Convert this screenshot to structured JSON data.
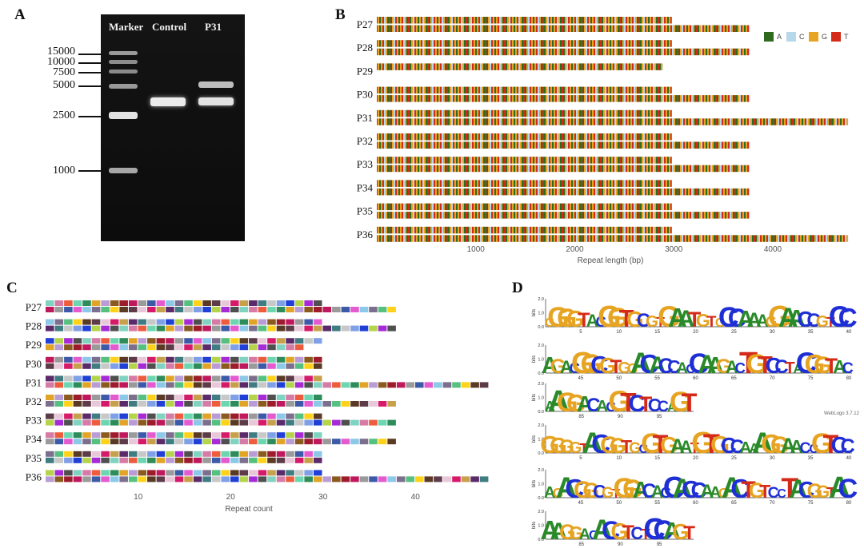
{
  "panels": {
    "a": "A",
    "b": "B",
    "c": "C",
    "d": "D"
  },
  "gel": {
    "lanes": [
      "Marker",
      "Control",
      "P31"
    ],
    "marker_sizes": [
      "15000",
      "10000",
      "7500",
      "5000",
      "2500",
      "1000"
    ]
  },
  "panel_b": {
    "legend": [
      {
        "label": "A",
        "color": "#2e6b1f"
      },
      {
        "label": "C",
        "color": "#b7d7ea"
      },
      {
        "label": "G",
        "color": "#e6a422"
      },
      {
        "label": "T",
        "color": "#d42a1a"
      }
    ],
    "xlabel": "Repeat length (bp)",
    "ticks": [
      "1000",
      "2000",
      "3000",
      "4000"
    ]
  },
  "panel_c": {
    "xlabel": "Repeat count",
    "ticks": [
      "10",
      "20",
      "30",
      "40"
    ]
  },
  "panel_d": {
    "ylabel": "bits",
    "yticks": [
      "2.0",
      "1.0",
      "0.0"
    ],
    "row1_ticks": [
      "5",
      "10",
      "15",
      "20",
      "25",
      "30",
      "35",
      "40"
    ],
    "row2_ticks": [
      "45",
      "50",
      "55",
      "60",
      "65",
      "70",
      "75",
      "80"
    ],
    "row3_ticks": [
      "85",
      "90",
      "95"
    ],
    "seq1": "GGGGTACGGTGCGTGAATGTGCCAAAGGAACCGTCC",
    "seq2": "AGACGGCGTGGACACCACCAAGACTGTCCTACGGTAC",
    "seq3": "AAGGACACGTCTCCAGT",
    "note": "WebLogo 3.7.12"
  },
  "chart_data": [
    {
      "type": "bar",
      "title": "",
      "xlabel": "Repeat length (bp)",
      "categories": [
        "P27",
        "P28",
        "P29",
        "P30",
        "P31",
        "P32",
        "P33",
        "P34",
        "P35",
        "P36"
      ],
      "series": [
        {
          "values": [
            2980,
            2980,
            2890,
            2980,
            2980,
            2980,
            2980,
            2980,
            2980,
            2980
          ]
        },
        {
          "values": [
            3770,
            3770,
            0,
            3770,
            4760,
            3770,
            3770,
            3770,
            3770,
            4760
          ]
        }
      ],
      "xlim": [
        0,
        4800
      ]
    },
    {
      "type": "bar",
      "title": "",
      "xlabel": "Repeat count",
      "categories": [
        "P27",
        "P28",
        "P29",
        "P30",
        "P31",
        "P32",
        "P33",
        "P34",
        "P35",
        "P36"
      ],
      "series": [
        {
          "values": [
            30,
            30,
            30,
            30,
            30,
            30,
            30,
            30,
            30,
            30
          ]
        },
        {
          "values": [
            38,
            38,
            28,
            30,
            48,
            38,
            38,
            38,
            30,
            48
          ]
        }
      ],
      "xlim": [
        0,
        48
      ]
    }
  ]
}
